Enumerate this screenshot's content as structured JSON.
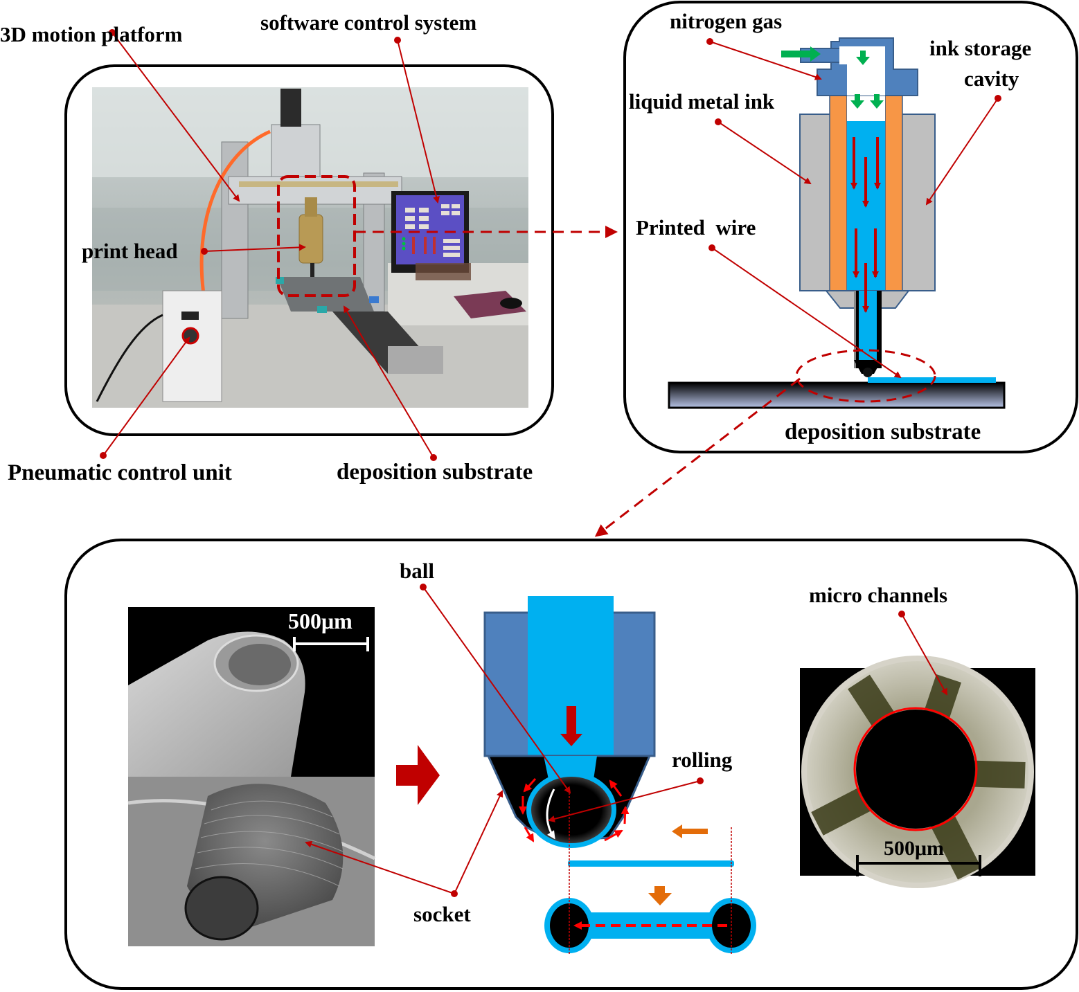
{
  "panels": {
    "setup": {
      "labels": {
        "motion_platform": "3D motion platform",
        "software_control": "software control system",
        "print_head": "print head",
        "pneumatic_unit": "Pneumatic control unit",
        "deposition_substrate": "deposition substrate"
      }
    },
    "printhead_schematic": {
      "labels": {
        "nitrogen_gas": "nitrogen gas",
        "ink_storage_line1": "ink storage",
        "ink_storage_line2": "cavity",
        "liquid_metal_ink": "liquid metal ink",
        "printed_wire": "Printed  wire",
        "deposition_substrate": "deposition substrate"
      }
    },
    "ball_socket": {
      "labels": {
        "ball": "ball",
        "rolling": "rolling",
        "socket": "socket",
        "micro_channels": "micro channels"
      },
      "scale_bars": {
        "sem_image": "500μm",
        "micrograph": "500μm"
      }
    }
  },
  "colors": {
    "callout_red": "#c00000",
    "ink_blue": "#00b0f0",
    "nozzle_blue": "#4f81bd",
    "cavity_orange": "#f79646",
    "housing_gray": "#bfbfbf",
    "gas_green": "#00b050",
    "flow_orange": "#e36c09",
    "highlight_red": "#ff0000"
  }
}
